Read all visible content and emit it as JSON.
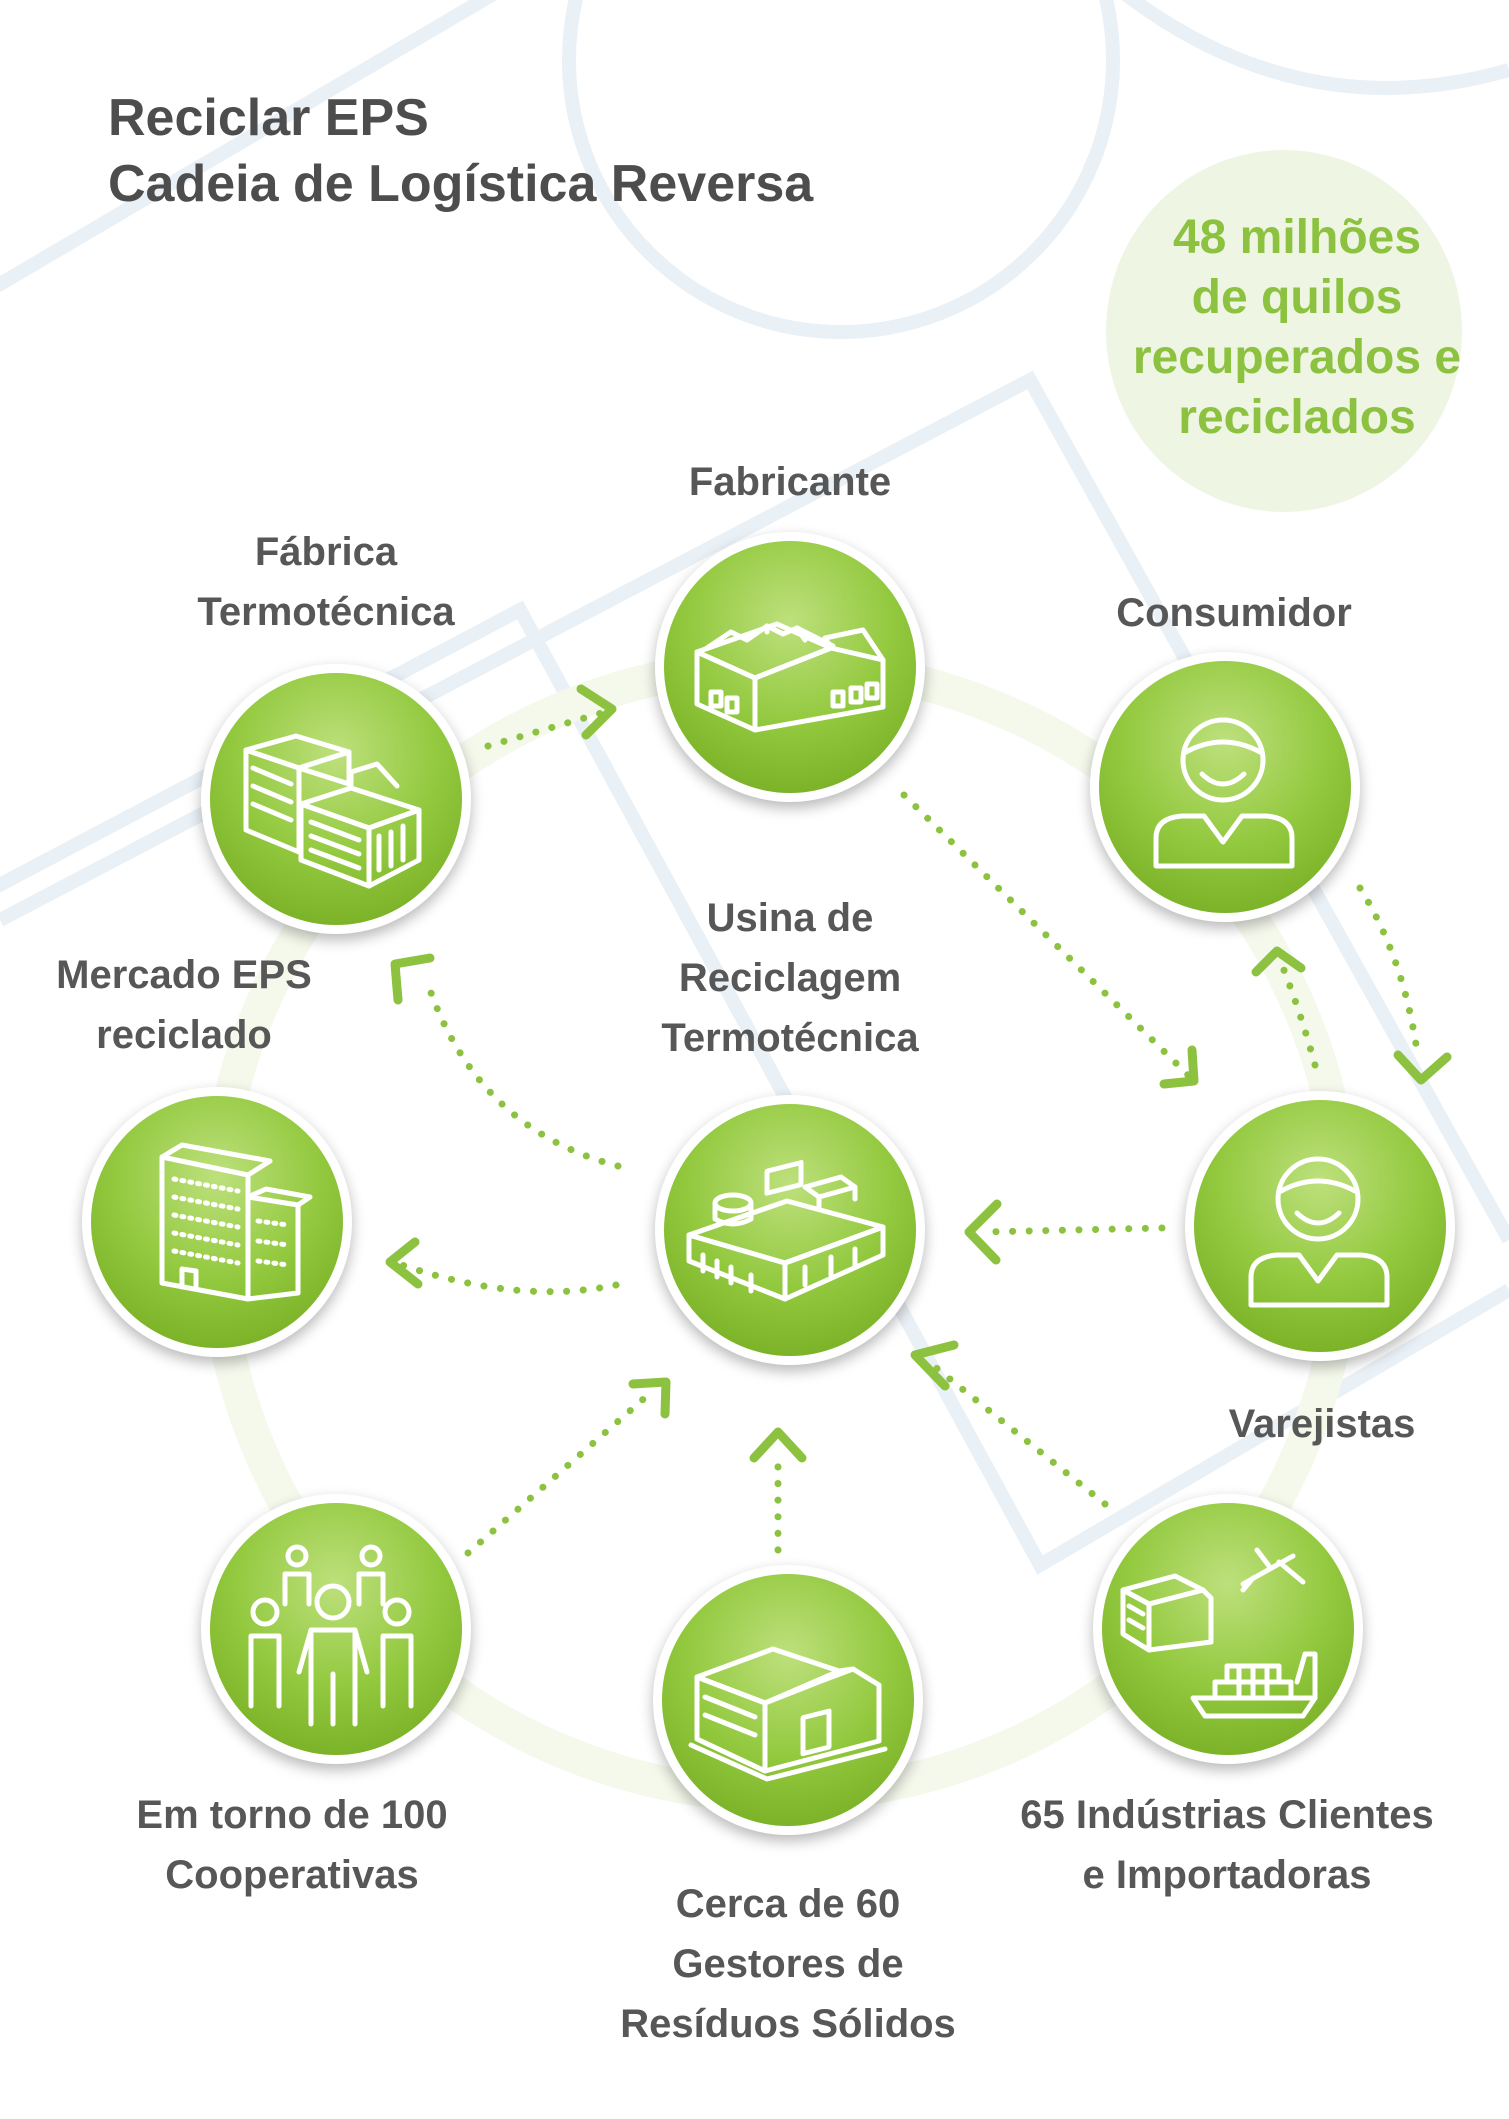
{
  "title": {
    "line1": "Reciclar EPS",
    "line2": "Cadeia de Logística Reversa"
  },
  "stat": {
    "lines": [
      "48 milhões",
      "de quilos",
      "recuperados e",
      "reciclados"
    ]
  },
  "nodes": {
    "fabricante": {
      "label": [
        "Fabricante"
      ],
      "icon": "factory-icon"
    },
    "fabrica_termotecnica": {
      "label": [
        "Fábrica",
        "Termotécnica"
      ],
      "icon": "industrial-buildings-icon"
    },
    "consumidor": {
      "label": [
        "Consumidor"
      ],
      "icon": "person-icon"
    },
    "usina": {
      "label": [
        "Usina de",
        "Reciclagem",
        "Termotécnica"
      ],
      "icon": "recycling-plant-icon"
    },
    "mercado": {
      "label": [
        "Mercado EPS",
        "reciclado"
      ],
      "icon": "office-building-icon"
    },
    "varejistas": {
      "label": [
        "Varejistas"
      ],
      "icon": "person-icon"
    },
    "cooperativas": {
      "label": [
        "Em torno de 100",
        "Cooperativas"
      ],
      "icon": "group-of-people-icon"
    },
    "gestores": {
      "label": [
        "Cerca de 60",
        "Gestores de",
        "Resíduos Sólidos"
      ],
      "icon": "warehouse-icon"
    },
    "industrias": {
      "label": [
        "65 Indústrias Clientes",
        "e Importadoras"
      ],
      "icon": "logistics-icon"
    }
  },
  "colors": {
    "green": "#8cc23f",
    "dark_green": "#6ea51b",
    "text": "#575757",
    "title": "#4d4d4d",
    "bg_lines": "#e9f0f6"
  }
}
